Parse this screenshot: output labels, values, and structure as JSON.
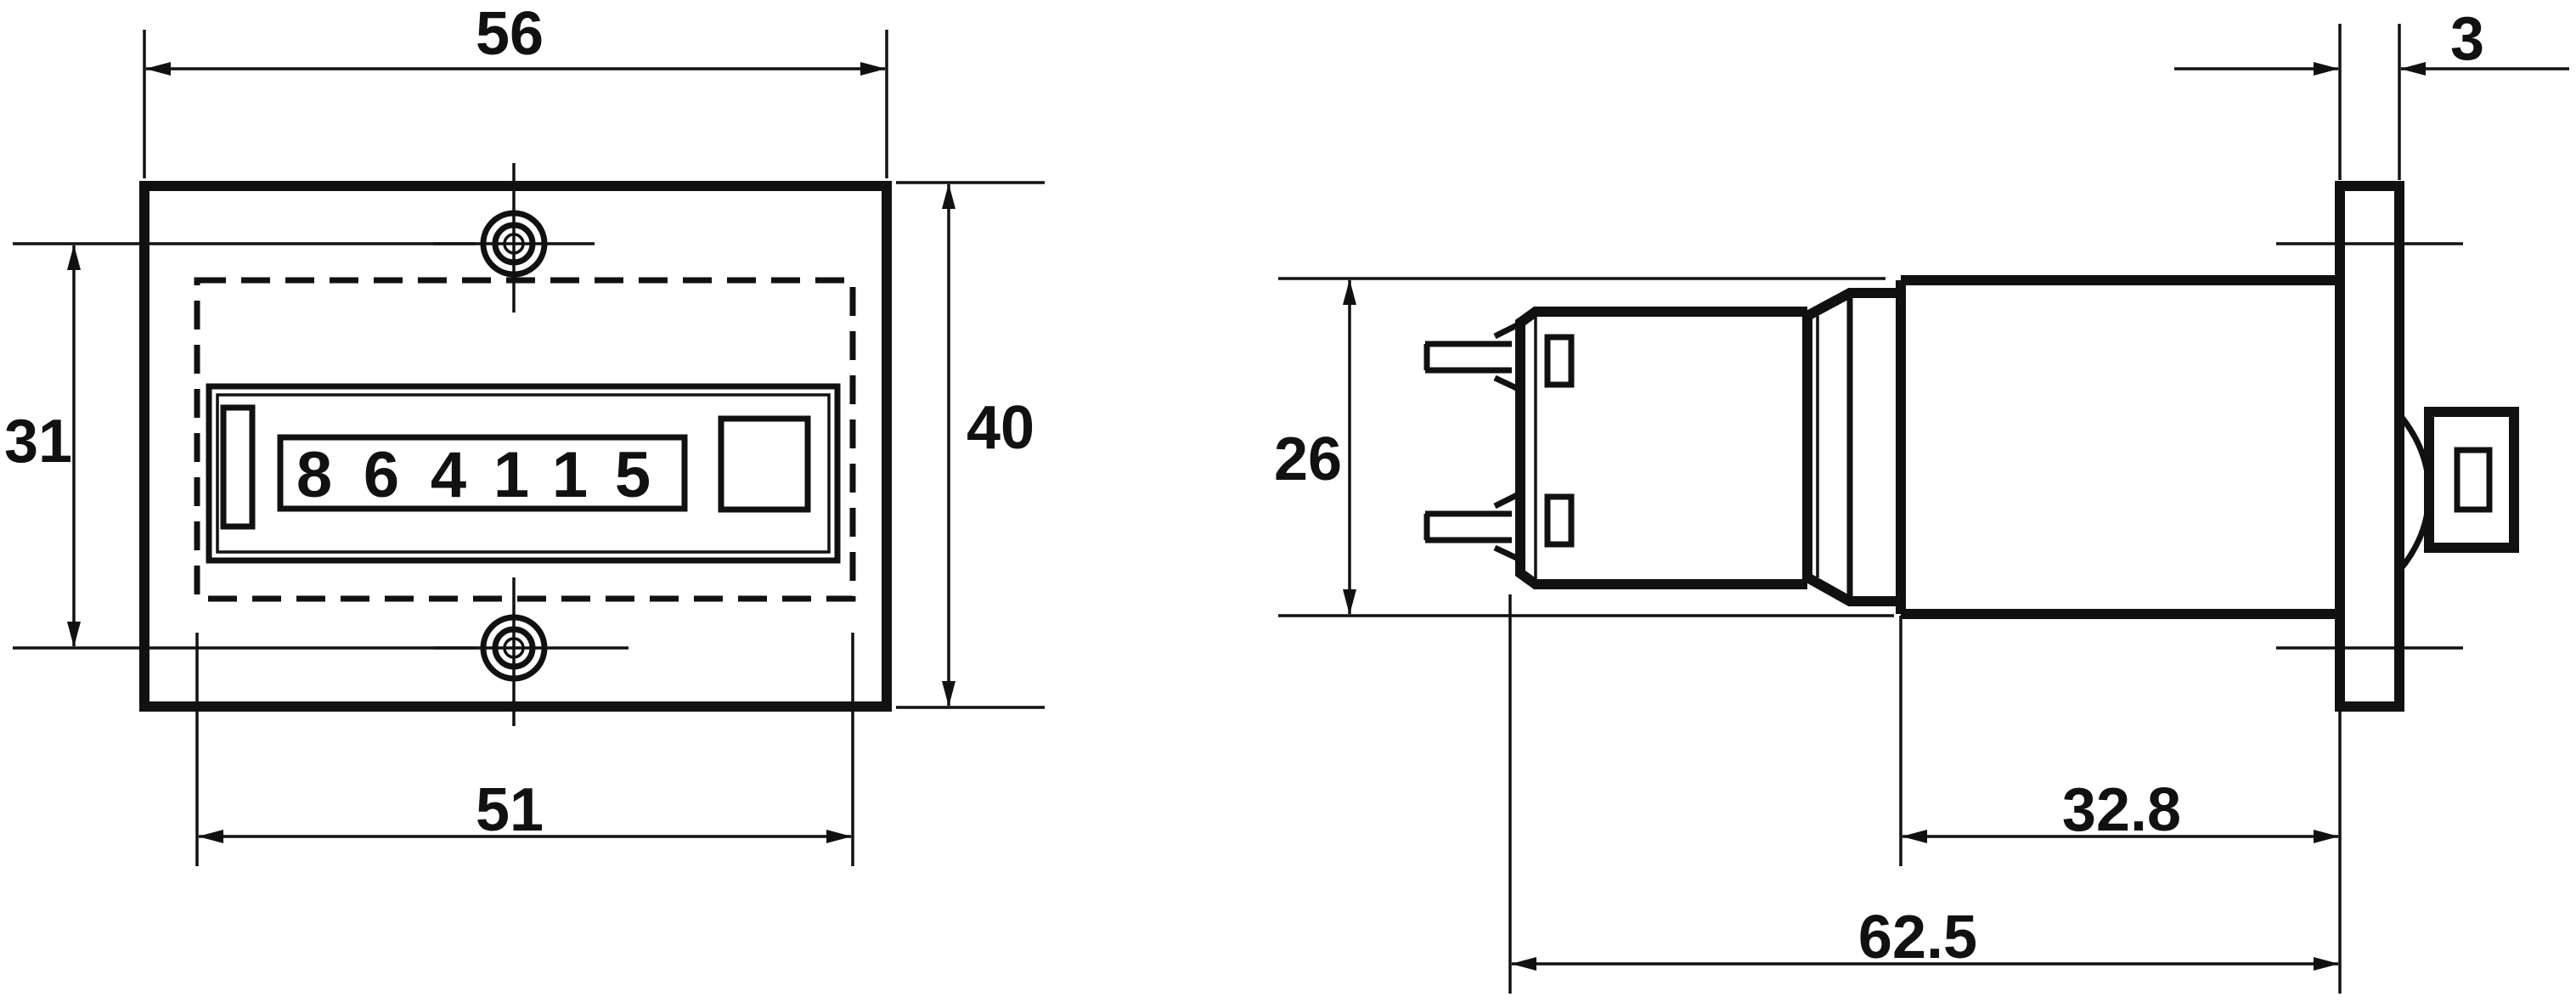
{
  "front_view": {
    "dim_width_outer": "56",
    "dim_width_inner": "51",
    "dim_height_outer": "40",
    "dim_height_inner": "31",
    "counter_digits": [
      "8",
      "6",
      "4",
      "1",
      "1",
      "5"
    ]
  },
  "side_view": {
    "dim_height": "26",
    "dim_flange": "3",
    "dim_depth_front": "32.8",
    "dim_depth_total": "62.5"
  },
  "colors": {
    "line": "#111111",
    "background": "#ffffff"
  }
}
